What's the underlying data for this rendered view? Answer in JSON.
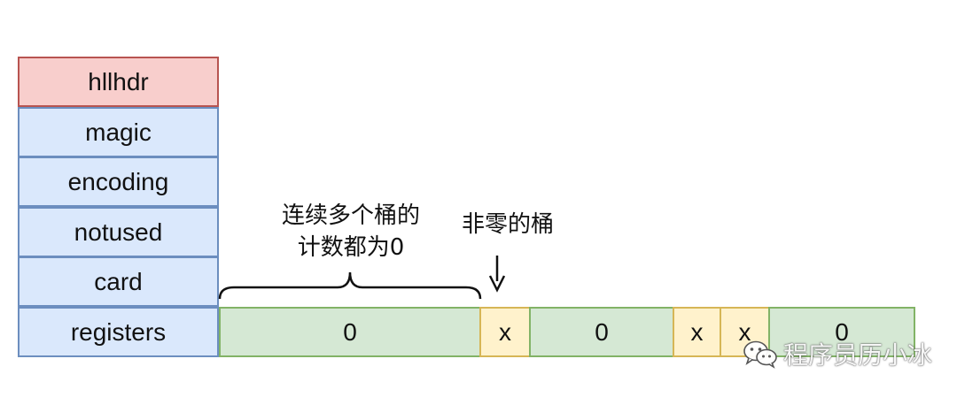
{
  "header_stack": {
    "fields": [
      "hllhdr",
      "magic",
      "encoding",
      "notused",
      "card",
      "registers"
    ]
  },
  "registers_row": {
    "cells": [
      "0",
      "x",
      "0",
      "x",
      "x",
      "0"
    ]
  },
  "annotations": {
    "zero_buckets": [
      "连续多个桶的",
      "计数都为0"
    ],
    "nonzero_bucket": "非零的桶"
  },
  "watermark": {
    "text": "程序员历小冰",
    "icon": "wechat-icon"
  },
  "colors": {
    "header_pink_fill": "#f8cecc",
    "header_blue_fill": "#dae8fc",
    "zero_cell_fill": "#d5e8d4",
    "nonzero_cell_fill": "#fff2cc"
  }
}
